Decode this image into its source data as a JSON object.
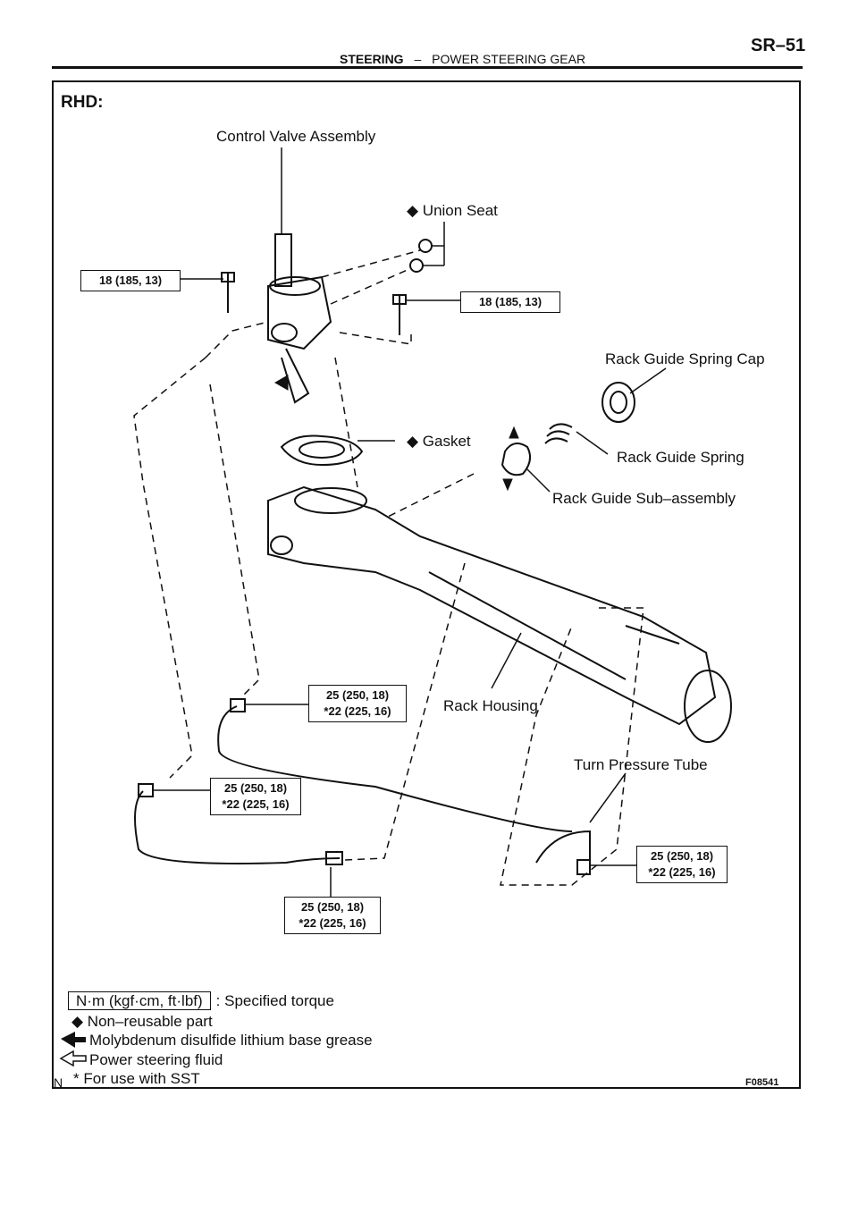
{
  "header": {
    "section": "STEERING",
    "separator": "–",
    "subsection": "POWER STEERING GEAR",
    "page_code": "SR–51"
  },
  "diagram": {
    "variant_label": "RHD:",
    "figure_code": "F08541",
    "corner_mark": "N",
    "parts": {
      "control_valve": "Control Valve Assembly",
      "union_seat": "◆ Union Seat",
      "rack_guide_spring_cap": "Rack Guide Spring Cap",
      "gasket": "◆ Gasket",
      "rack_guide_spring": "Rack Guide Spring",
      "rack_guide_sub": "Rack Guide Sub–assembly",
      "rack_housing": "Rack Housing",
      "turn_pressure_tube": "Turn Pressure Tube"
    },
    "torques": {
      "bolt_left": "18 (185, 13)",
      "bolt_right": "18 (185, 13)",
      "tube_upper_a": "25 (250, 18)",
      "tube_upper_b": "*22 (225, 16)",
      "tube_left_a": "25 (250, 18)",
      "tube_left_b": "*22 (225, 16)",
      "tube_right_a": "25 (250, 18)",
      "tube_right_b": "*22 (225, 16)",
      "tube_bottom_a": "25 (250, 18)",
      "tube_bottom_b": "*22 (225, 16)"
    }
  },
  "legend": {
    "torque_unit": "N·m (kgf·cm, ft·lbf)",
    "torque_desc": ": Specified torque",
    "non_reusable": "◆ Non–reusable part",
    "grease": "Molybdenum disulfide lithium base grease",
    "fluid": "Power steering fluid",
    "sst": "* For use with SST"
  }
}
